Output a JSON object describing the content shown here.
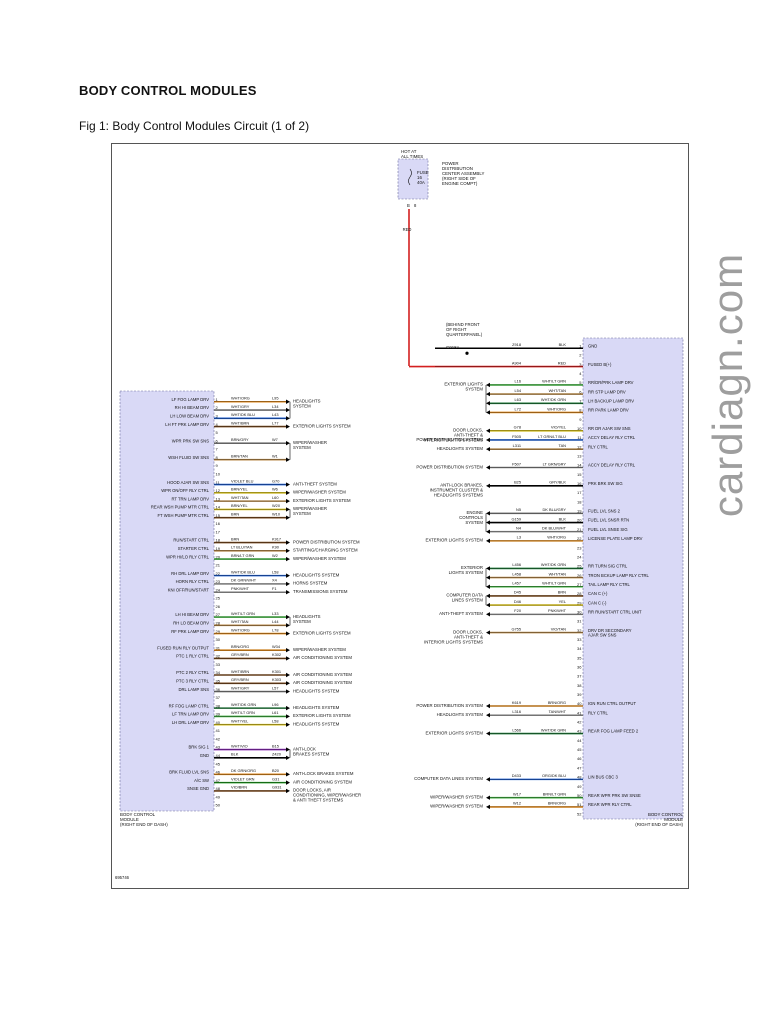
{
  "page": {
    "title": "BODY CONTROL MODULES",
    "caption": "Fig 1: Body Control Modules Circuit (1 of 2)",
    "watermark": "cardiagn.com"
  },
  "diagram": {
    "figure_code": "695746",
    "left_module_label": "BODY CONTROL\nMODULE\n(RIGHT END OF DASH)",
    "right_module_label": "BODY CONTROL\nMODULE\n(RIGHT END OF DASH)",
    "hot_at": "HOT AT\nALL TIMES",
    "fuse": "FUSE\n16\n40A",
    "pdc": "POWER\nDISTRIBUTION\nCENTER ASSEMBLY\n(RIGHT SIDE OF\nENGINE COMPT)",
    "pdc_pin": "B",
    "pdc_pin_num": "8",
    "red_wire": "RED",
    "ground_note": "(BEHIND FRONT\nOF RIGHT\nQUARTERPANEL)",
    "ground_id": "G918A",
    "colors": {
      "RED": "#d42020",
      "BLK": "#000000",
      "WHT": "#9a9a9a",
      "ORG": "#e08a1e",
      "GRY": "#808080",
      "BLU": "#1f5fd0",
      "TAN": "#b88a4a",
      "GRN": "#1f9a1f",
      "YEL": "#d8c21f",
      "VIO": "#8b2ab8",
      "PNK": "#e04aa0",
      "BRN": "#7a4a1f",
      "DK": "#1f7a3a",
      "LT": "#3faf3f"
    },
    "left_wires": [
      {
        "label": "LF FOG LAMP DRV",
        "pin": "1",
        "code": "L95",
        "color": "WHT/ORG",
        "dest": "HEADLIGHTS\nSYSTEM",
        "grp": "a"
      },
      {
        "label": "RH HI BEAM DRV",
        "pin": "2",
        "code": "L34",
        "color": "WHT/GRY",
        "dest": "",
        "grp": "a"
      },
      {
        "label": "LH LOW BEAM DRV",
        "pin": "3",
        "code": "L43",
        "color": "WHT/DK BLU",
        "dest": "",
        "grp": "a"
      },
      {
        "label": "LH FT PRK LAMP DRV",
        "pin": "4",
        "code": "L77",
        "color": "WHT/BRN",
        "dest": "EXTERIOR LIGHTS SYSTEM",
        "grp": ""
      },
      {
        "label": "",
        "pin": "5",
        "code": "",
        "color": "",
        "dest": "",
        "grp": ""
      },
      {
        "label": "WPR PRK SW SNS",
        "pin": "6",
        "code": "W7",
        "color": "BRN/GRY",
        "dest": "WIPER/WASHER\nSYSTEM",
        "grp": "b"
      },
      {
        "label": "",
        "pin": "7",
        "code": "",
        "color": "",
        "dest": "",
        "grp": ""
      },
      {
        "label": "WSH FLUID SW SNS",
        "pin": "8",
        "code": "W1",
        "color": "BRN/TAN",
        "dest": "",
        "grp": "b"
      },
      {
        "label": "",
        "pin": "9",
        "code": "",
        "color": "",
        "dest": "",
        "grp": ""
      },
      {
        "label": "",
        "pin": "10",
        "code": "",
        "color": "",
        "dest": "",
        "grp": ""
      },
      {
        "label": "HOOD AJAR SW SNS",
        "pin": "11",
        "code": "G70",
        "color": "VIOLET BLU",
        "dest": "ANTI-THEFT SYSTEM",
        "grp": ""
      },
      {
        "label": "WPR ON/OFF RLY CTRL",
        "pin": "12",
        "code": "W6",
        "color": "BRN/YEL",
        "dest": "WIPER/WASHER SYSTEM",
        "grp": ""
      },
      {
        "label": "RT TRN LAMP DRV",
        "pin": "13",
        "code": "L60",
        "color": "WHT/TAN",
        "dest": "EXTERIOR LIGHTS SYSTEM",
        "grp": ""
      },
      {
        "label": "REAR WSH PUMP MTR CTRL",
        "pin": "14",
        "code": "W20",
        "color": "BRN/YEL",
        "dest": "WIPER/WASHER\nSYSTEM",
        "grp": "c"
      },
      {
        "label": "FT WSH PUMP MTR CTRL",
        "pin": "15",
        "code": "W10",
        "color": "BRN",
        "dest": "",
        "grp": "c"
      },
      {
        "label": "",
        "pin": "16",
        "code": "",
        "color": "",
        "dest": "",
        "grp": ""
      },
      {
        "label": "",
        "pin": "17",
        "code": "",
        "color": "",
        "dest": "",
        "grp": ""
      },
      {
        "label": "RUN/START CTRL",
        "pin": "18",
        "code": "K917",
        "color": "BRN",
        "dest": "POWER DISTRIBUTION SYSTEM",
        "grp": ""
      },
      {
        "label": "STARTER CTRL",
        "pin": "19",
        "code": "K90",
        "color": "LT BLU/TAN",
        "dest": "STARTING/CHARGING SYSTEM",
        "grp": ""
      },
      {
        "label": "WPR HI/LO RLY CTRL",
        "pin": "20",
        "code": "W2",
        "color": "BRN/LT GRN",
        "dest": "WIPER/WASHER SYSTEM",
        "grp": ""
      },
      {
        "label": "",
        "pin": "21",
        "code": "",
        "color": "",
        "dest": "",
        "grp": ""
      },
      {
        "label": "RH DRL LAMP DRV",
        "pin": "22",
        "code": "L58",
        "color": "WHT/DK BLU",
        "dest": "HEADLIGHTS SYSTEM",
        "grp": ""
      },
      {
        "label": "HORN RLY CTRL",
        "pin": "23",
        "code": "X4",
        "color": "DK GRN/WHT",
        "dest": "HORNS SYSTEM",
        "grp": ""
      },
      {
        "label": "KNI OFF/RUN/START",
        "pin": "24",
        "code": "F1",
        "color": "PNK/WHT",
        "dest": "TRANSMISSIONS SYSTEM",
        "grp": ""
      },
      {
        "label": "",
        "pin": "25",
        "code": "",
        "color": "",
        "dest": "",
        "grp": ""
      },
      {
        "label": "",
        "pin": "26",
        "code": "",
        "color": "",
        "dest": "",
        "grp": ""
      },
      {
        "label": "LH HI BEAM DRV",
        "pin": "27",
        "code": "L33",
        "color": "WHT/LT GRN",
        "dest": "HEADLIGHTS\nSYSTEM",
        "grp": "d"
      },
      {
        "label": "RH LO BEAM DRV",
        "pin": "28",
        "code": "L44",
        "color": "WHT/TAN",
        "dest": "",
        "grp": "d"
      },
      {
        "label": "RF PRK LAMP DRV",
        "pin": "29",
        "code": "L78",
        "color": "WHT/ORG",
        "dest": "EXTERIOR LIGHTS SYSTEM",
        "grp": ""
      },
      {
        "label": "",
        "pin": "30",
        "code": "",
        "color": "",
        "dest": "",
        "grp": ""
      },
      {
        "label": "FUSED RUN RLY OUTPUT",
        "pin": "31",
        "code": "W34",
        "color": "BRN/ORG",
        "dest": "WIPER/WASHER SYSTEM",
        "grp": ""
      },
      {
        "label": "PTC 1 RLY CTRL",
        "pin": "32",
        "code": "K302",
        "color": "GRY/BRN",
        "dest": "AIR CONDITIONING SYSTEM",
        "grp": ""
      },
      {
        "label": "",
        "pin": "33",
        "code": "",
        "color": "",
        "dest": "",
        "grp": ""
      },
      {
        "label": "PTC 2 RLY CTRL",
        "pin": "34",
        "code": "K301",
        "color": "WHT/BRN",
        "dest": "AIR CONDITIONING SYSTEM",
        "grp": ""
      },
      {
        "label": "PTC 3 RLY CTRL",
        "pin": "35",
        "code": "K303",
        "color": "GRY/BRN",
        "dest": "AIR CONDITIONING SYSTEM",
        "grp": ""
      },
      {
        "label": "DRL LAMP SNS",
        "pin": "36",
        "code": "L57",
        "color": "WHT/GRY",
        "dest": "HEADLIGHTS SYSTEM",
        "grp": ""
      },
      {
        "label": "",
        "pin": "37",
        "code": "",
        "color": "",
        "dest": "",
        "grp": ""
      },
      {
        "label": "RF FOG LAMP CTRL",
        "pin": "38",
        "code": "L96",
        "color": "WHT/DK GRN",
        "dest": "HEADLIGHTS SYSTEM",
        "grp": ""
      },
      {
        "label": "LF TRN LAMP DRV",
        "pin": "39",
        "code": "L61",
        "color": "WHT/LT GRN",
        "dest": "EXTERIOR LIGHTS SYSTEM",
        "grp": ""
      },
      {
        "label": "LH DRL LAMP DRV",
        "pin": "40",
        "code": "L58",
        "color": "WHT/YEL",
        "dest": "HEADLIGHTS SYSTEM",
        "grp": ""
      },
      {
        "label": "",
        "pin": "41",
        "code": "",
        "color": "",
        "dest": "",
        "grp": ""
      },
      {
        "label": "",
        "pin": "42",
        "code": "",
        "color": "",
        "dest": "",
        "grp": ""
      },
      {
        "label": "BRK SIG 1",
        "pin": "43",
        "code": "B15",
        "color": "WHT/VIO",
        "dest": "ANTI-LOCK\nBRAKES SYSTEM",
        "grp": "e"
      },
      {
        "label": "GND",
        "pin": "44",
        "code": "Z420",
        "color": "BLK",
        "dest": "",
        "grp": "e"
      },
      {
        "label": "",
        "pin": "45",
        "code": "",
        "color": "",
        "dest": "",
        "grp": ""
      },
      {
        "label": "BRK FLUID LVL SNS",
        "pin": "46",
        "code": "B20",
        "color": "DK GRN/ORG",
        "dest": "ANTI-LOCK BRAKES SYSTEM",
        "grp": ""
      },
      {
        "label": "A/C SW",
        "pin": "47",
        "code": "G31",
        "color": "VIOLET GRN",
        "dest": "AIR CONDITIONING SYSTEM",
        "grp": ""
      },
      {
        "label": "SNSE GND",
        "pin": "48",
        "code": "G931",
        "color": "VIO/BRN",
        "dest": "DOOR LOCKS, AIR\nCONDITIONING, WIPER/WASHER\n& ANTI THEFT SYSTEMS",
        "grp": ""
      },
      {
        "label": "",
        "pin": "49",
        "code": "",
        "color": "",
        "dest": "",
        "grp": ""
      },
      {
        "label": "",
        "pin": "50",
        "code": "",
        "color": "",
        "dest": "",
        "grp": ""
      }
    ],
    "right_wires": [
      {
        "label": "GND",
        "pin": "1",
        "code": "Z918",
        "color": "BLK",
        "src": "",
        "grp": ""
      },
      {
        "label": "",
        "pin": "2",
        "code": "",
        "color": "",
        "src": "",
        "grp": ""
      },
      {
        "label": "FUSED B(+)",
        "pin": "3",
        "code": "A904",
        "color": "RED",
        "src": "",
        "grp": ""
      },
      {
        "label": "",
        "pin": "4",
        "code": "",
        "color": "",
        "src": "",
        "grp": ""
      },
      {
        "label": "RR/DR/PRK LAMP DRV",
        "pin": "5",
        "code": "L16",
        "color": "WHT/LT GRN",
        "src": "EXTERIOR LIGHTS\nSYSTEM",
        "grp": "a"
      },
      {
        "label": "RR STP LAMP DRV",
        "pin": "6",
        "code": "L54",
        "color": "WHT/TAN",
        "src": "",
        "grp": "a"
      },
      {
        "label": "LH BACKUP LAMP DRV",
        "pin": "7",
        "code": "L63",
        "color": "WHT/DK GRN",
        "src": "",
        "grp": "a"
      },
      {
        "label": "RR PARK LAMP DRV",
        "pin": "8",
        "code": "L72",
        "color": "WHT/ORG",
        "src": "",
        "grp": "a"
      },
      {
        "label": "",
        "pin": "9",
        "code": "",
        "color": "",
        "src": "",
        "grp": ""
      },
      {
        "label": "RR DR AJAR SW SNS",
        "pin": "10",
        "code": "G78",
        "color": "VIO/YEL",
        "src": "DOOR LOCKS,\nANTI-THEFT &\nINTERIOR LIGHTS SYSTEMS",
        "grp": ""
      },
      {
        "label": "ACCY DELAY RLY CTRL",
        "pin": "11",
        "code": "F505",
        "color": "LT GRN/LT BLU",
        "src": "POWER DISTRIBUTION SYSTEM",
        "grp": ""
      },
      {
        "label": "RLY CTRL",
        "pin": "12",
        "code": "L311",
        "color": "TAN",
        "src": "HEADLIGHTS SYSTEM",
        "grp": ""
      },
      {
        "label": "",
        "pin": "13",
        "code": "",
        "color": "",
        "src": "",
        "grp": ""
      },
      {
        "label": "ACCY DELAY RLY CTRL",
        "pin": "14",
        "code": "F507",
        "color": "LT GRN/GRY",
        "src": "POWER DISTRIBUTION SYSTEM",
        "grp": ""
      },
      {
        "label": "",
        "pin": "15",
        "code": "",
        "color": "",
        "src": "",
        "grp": ""
      },
      {
        "label": "PRK BRK SW SIG",
        "pin": "16",
        "code": "B25",
        "color": "GRY/BLK",
        "src": "ANTI-LOCK BRAKES,\nINSTRUMENT CLUSTER &\nHEADLIGHTS SYSTEMS",
        "grp": ""
      },
      {
        "label": "",
        "pin": "17",
        "code": "",
        "color": "",
        "src": "",
        "grp": ""
      },
      {
        "label": "",
        "pin": "18",
        "code": "",
        "color": "",
        "src": "",
        "grp": ""
      },
      {
        "label": "FUEL LVL SNS 2",
        "pin": "19",
        "code": "N5",
        "color": "DK BLU/GRY",
        "src": "ENGINE\nCONTROLS\nSYSTEM",
        "grp": "b"
      },
      {
        "label": "FUEL LVL SNSR RTN",
        "pin": "20",
        "code": "G159",
        "color": "BLK",
        "src": "",
        "grp": "b"
      },
      {
        "label": "FUEL LVL SNSE SIG",
        "pin": "21",
        "code": "N4",
        "color": "DK BLU/WHT",
        "src": "",
        "grp": "b"
      },
      {
        "label": "LICENSE PLATE LAMP DRV",
        "pin": "22",
        "code": "L3",
        "color": "WHT/ORG",
        "src": "EXTERIOR LIGHTS SYSTEM",
        "grp": ""
      },
      {
        "label": "",
        "pin": "23",
        "code": "",
        "color": "",
        "src": "",
        "grp": ""
      },
      {
        "label": "",
        "pin": "24",
        "code": "",
        "color": "",
        "src": "",
        "grp": ""
      },
      {
        "label": "RR TURN SIG CTRL",
        "pin": "25",
        "code": "L456",
        "color": "WHT/DK GRN",
        "src": "EXTERIOR\nLIGHTS SYSTEM",
        "grp": "c"
      },
      {
        "label": "TRON BCKUP LAMP RLY CTRL",
        "pin": "26",
        "code": "L458",
        "color": "WHT/TAN",
        "src": "",
        "grp": "c"
      },
      {
        "label": "TAIL LAMP RLY CTRL",
        "pin": "27",
        "code": "L457",
        "color": "WHT/LT GRN",
        "src": "",
        "grp": "c"
      },
      {
        "label": "CAN C (+)",
        "pin": "28",
        "code": "D45",
        "color": "BRN",
        "src": "COMPUTER DATA\nLINES SYSTEM",
        "grp": "d"
      },
      {
        "label": "CAN C (-)",
        "pin": "29",
        "code": "D46",
        "color": "YEL",
        "src": "",
        "grp": "d"
      },
      {
        "label": "RR RUN/START CTRL UNIT",
        "pin": "30",
        "code": "F20",
        "color": "PNK/WHT",
        "src": "ANTI-THEFT SYSTEM",
        "grp": ""
      },
      {
        "label": "",
        "pin": "31",
        "code": "",
        "color": "",
        "src": "",
        "grp": ""
      },
      {
        "label": "DRV DR SECONDARY\nAJAR SW SNS",
        "pin": "32",
        "code": "G755",
        "color": "VIO/TAN",
        "src": "DOOR LOCKS,\nANTI-THEFT &\nINTERIOR LIGHTS SYSTEMS",
        "grp": ""
      },
      {
        "label": "",
        "pin": "33",
        "code": "",
        "color": "",
        "src": "",
        "grp": ""
      },
      {
        "label": "",
        "pin": "34",
        "code": "",
        "color": "",
        "src": "",
        "grp": ""
      },
      {
        "label": "",
        "pin": "35",
        "code": "",
        "color": "",
        "src": "",
        "grp": ""
      },
      {
        "label": "",
        "pin": "36",
        "code": "",
        "color": "",
        "src": "",
        "grp": ""
      },
      {
        "label": "",
        "pin": "37",
        "code": "",
        "color": "",
        "src": "",
        "grp": ""
      },
      {
        "label": "",
        "pin": "38",
        "code": "",
        "color": "",
        "src": "",
        "grp": ""
      },
      {
        "label": "",
        "pin": "39",
        "code": "",
        "color": "",
        "src": "",
        "grp": ""
      },
      {
        "label": "IGN RUN CTRL OUTPUT",
        "pin": "40",
        "code": "K619",
        "color": "BRN/ORG",
        "src": "POWER DISTRIBUTION SYSTEM",
        "grp": ""
      },
      {
        "label": "RLY CTRL",
        "pin": "41",
        "code": "L316",
        "color": "TAN/WHT",
        "src": "HEADLIGHTS SYSTEM",
        "grp": ""
      },
      {
        "label": "",
        "pin": "42",
        "code": "",
        "color": "",
        "src": "",
        "grp": ""
      },
      {
        "label": "REAR FOG LAMP FEED 2",
        "pin": "43",
        "code": "L566",
        "color": "WHT/DK GRN",
        "src": "EXTERIOR LIGHTS SYSTEM",
        "grp": ""
      },
      {
        "label": "",
        "pin": "44",
        "code": "",
        "color": "",
        "src": "",
        "grp": ""
      },
      {
        "label": "",
        "pin": "45",
        "code": "",
        "color": "",
        "src": "",
        "grp": ""
      },
      {
        "label": "",
        "pin": "46",
        "code": "",
        "color": "",
        "src": "",
        "grp": ""
      },
      {
        "label": "",
        "pin": "47",
        "code": "",
        "color": "",
        "src": "",
        "grp": ""
      },
      {
        "label": "LIN BUS CBC 3",
        "pin": "48",
        "code": "D433",
        "color": "ORG/DK BLU",
        "src": "COMPUTER DATA LINES SYSTEM",
        "grp": ""
      },
      {
        "label": "",
        "pin": "49",
        "code": "",
        "color": "",
        "src": "",
        "grp": ""
      },
      {
        "label": "REAR WPR PRK SW SNSE",
        "pin": "50",
        "code": "W17",
        "color": "BRN/LT GRN",
        "src": "WIPER/WASHER SYSTEM",
        "grp": ""
      },
      {
        "label": "REAR WPR RLY CTRL",
        "pin": "51",
        "code": "W12",
        "color": "BRN/ORG",
        "src": "WIPER/WASHER SYSTEM",
        "grp": ""
      },
      {
        "label": "",
        "pin": "52",
        "code": "",
        "color": "",
        "src": "",
        "grp": ""
      }
    ]
  }
}
